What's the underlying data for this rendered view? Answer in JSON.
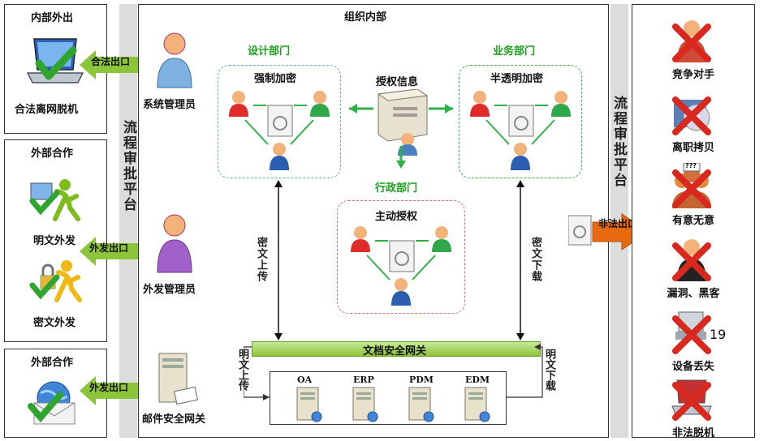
{
  "left_panels": {
    "top": {
      "title": "内部外出",
      "caption": "合法离网脱机",
      "arrow": "合法出口"
    },
    "middle": {
      "title": "外部合作",
      "caption1": "明文外发",
      "caption2": "密文外发",
      "arrow": "外发出口"
    },
    "bottom": {
      "title": "外部合作",
      "arrow": "外发出口"
    }
  },
  "left_strip": {
    "text": "流程审批平台"
  },
  "right_strip": {
    "text": "流程审批平台"
  },
  "center": {
    "title": "组织内部",
    "admins": {
      "system": "系统管理员",
      "outgoing": "外发管理员",
      "mail": "邮件安全网关"
    },
    "design": {
      "dept": "设计部门",
      "mode": "强制加密"
    },
    "business": {
      "dept": "业务部门",
      "mode": "半透明加密"
    },
    "auth_info": "授权信息",
    "admin_dept": {
      "dept": "行政部门",
      "mode": "主动授权"
    },
    "upload": "密文上传",
    "download": "密文下载",
    "gateway": "文档安全网关",
    "plain_upload": "明文上传",
    "plain_download": "明文下载",
    "systems": [
      "OA",
      "ERP",
      "PDM",
      "EDM"
    ]
  },
  "illegal_exit": "非法出口",
  "right_panel": {
    "items": [
      "竞争对手",
      "离职拷贝",
      "有意无意",
      "漏洞、黑客",
      "设备丢失",
      "非法脱机"
    ],
    "num_label": "19",
    "sign_text": "???"
  },
  "colors": {
    "green": "#1aa01a",
    "red": "#d9281d",
    "orange": "#e86a10",
    "gray": "#dcdcdc"
  }
}
